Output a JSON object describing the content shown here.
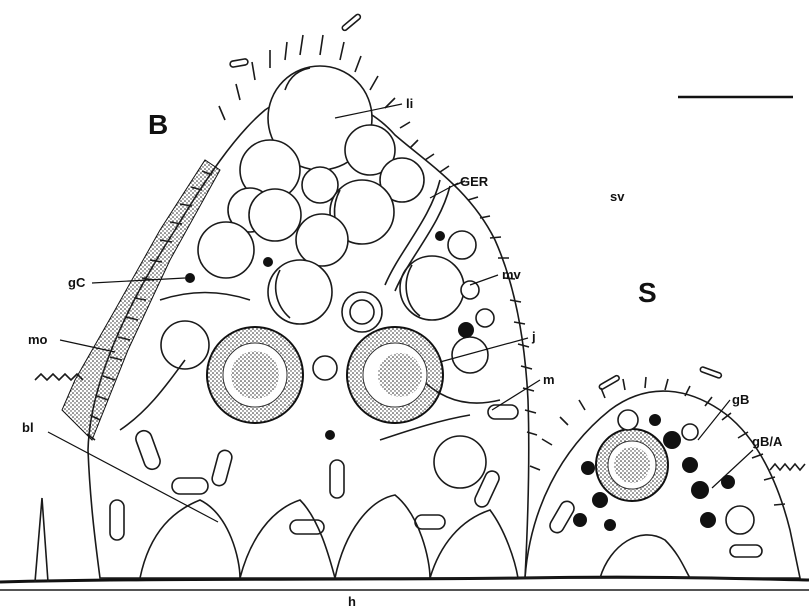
{
  "figure": {
    "cell_labels": {
      "B": "B",
      "S": "S"
    },
    "region_labels": {
      "sv": "sv",
      "h": "h"
    },
    "structure_labels": {
      "li": "li",
      "GER": "GER",
      "mv": "mv",
      "gC": "gC",
      "mo": "mo",
      "j": "j",
      "m": "m",
      "bl": "bl",
      "gB": "gB",
      "gBA": "gB/A"
    },
    "colors": {
      "ink": "#1a1a1a",
      "background": "#ffffff",
      "stipple": "#444444"
    }
  }
}
